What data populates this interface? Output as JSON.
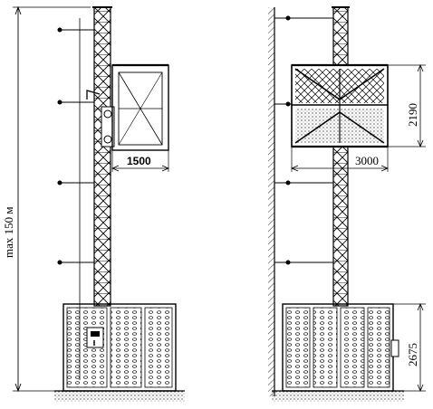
{
  "dimensions": {
    "max_height": "max 150 м",
    "cabin_width_left": "1500",
    "cabin_height_right": "2190",
    "cabin_width_right": "3000",
    "enclosure_height": "2675"
  },
  "colors": {
    "ink": "#000000",
    "paper": "#ffffff"
  }
}
